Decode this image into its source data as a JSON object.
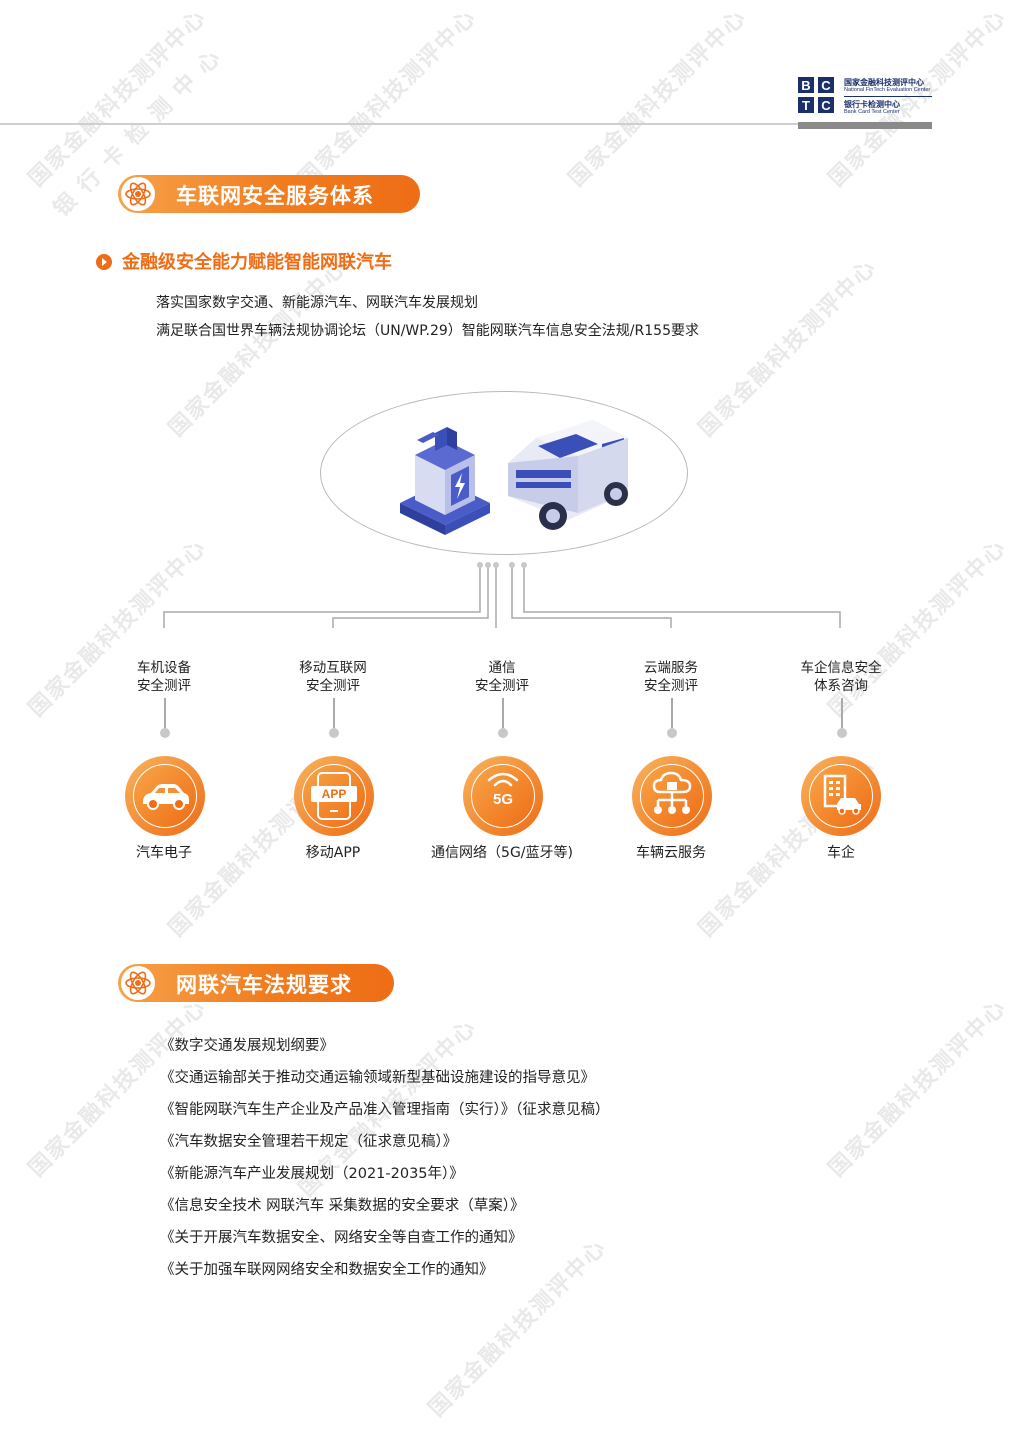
{
  "header": {
    "logo_letters": [
      "B",
      "C",
      "T",
      "C"
    ],
    "org_cn": "国家金融科技测评中心",
    "org_en": "National FinTech Evaluation Center",
    "lab_cn": "银行卡检测中心",
    "lab_en": "Bank Card Test Center"
  },
  "watermark": {
    "line1": "国家金融科技测评中心",
    "line2": "银 行 卡 检 测 中 心"
  },
  "section1": {
    "title": "车联网安全服务体系",
    "subtitle": "金融级安全能力赋能智能网联汽车",
    "lines": [
      "落实国家数字交通、新能源汽车、网联汽车发展规划",
      "满足联合国世界车辆法规协调论坛（UN/WP.29）智能网联汽车信息安全法规/R155要求"
    ]
  },
  "services": [
    {
      "label1": "车机设备",
      "label2": "安全测评",
      "icon": "car-icon",
      "bottom": "汽车电子"
    },
    {
      "label1": "移动互联网",
      "label2": "安全测评",
      "icon": "app-icon",
      "bottom": "移动APP",
      "icon_text": "APP"
    },
    {
      "label1": "通信",
      "label2": "安全测评",
      "icon": "5g-signal-icon",
      "bottom": "通信网络（5G/蓝牙等)",
      "icon_text": "5G"
    },
    {
      "label1": "云端服务",
      "label2": "安全测评",
      "icon": "cloud-network-icon",
      "bottom": "车辆云服务"
    },
    {
      "label1": "车企信息安全",
      "label2": "体系咨询",
      "icon": "enterprise-icon",
      "bottom": "车企"
    }
  ],
  "section2": {
    "title": "网联汽车法规要求",
    "items": [
      "《数字交通发展规划纲要》",
      "《交通运输部关于推动交通运输领域新型基础设施建设的指导意见》",
      "《智能网联汽车生产企业及产品准入管理指南（实行）》（征求意见稿）",
      "《汽车数据安全管理若干规定（征求意见稿）》",
      "《新能源汽车产业发展规划（2021-2035年）》",
      "《信息安全技术 网联汽车 采集数据的安全要求（草案）》",
      "《关于开展汽车数据安全、网络安全等自查工作的通知》",
      "《关于加强车联网网络安全和数据安全工作的通知》"
    ]
  },
  "colors": {
    "accent": "#ee6d16",
    "brand_blue": "#1b2f6b",
    "illustration_blue": "#3b4fb8"
  }
}
